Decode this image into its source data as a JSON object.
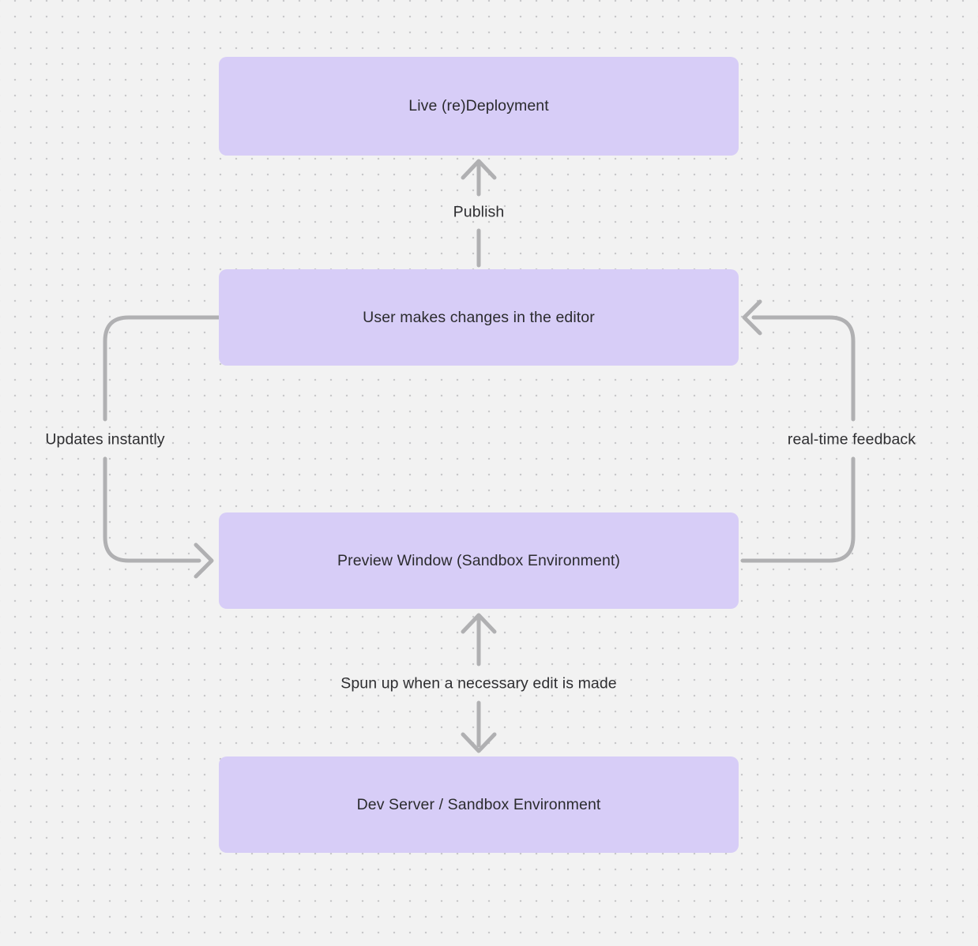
{
  "canvas": {
    "background_color": "#f2f2f2",
    "dot_color": "#c8c8ca",
    "node_fill_color": "#d7cdf7",
    "node_text_color": "#2b2b2e",
    "connector_color": "#b0b0b2"
  },
  "diagram": {
    "nodes": [
      {
        "id": "live-deployment",
        "label": "Live (re)Deployment"
      },
      {
        "id": "user-editor",
        "label": "User makes changes in the editor"
      },
      {
        "id": "preview-window",
        "label": "Preview Window (Sandbox Environment)"
      },
      {
        "id": "dev-server",
        "label": "Dev Server / Sandbox Environment"
      }
    ],
    "edges": [
      {
        "id": "publish",
        "label": "Publish",
        "from": "user-editor",
        "to": "live-deployment"
      },
      {
        "id": "updates-instantly",
        "label": "Updates instantly",
        "from": "user-editor",
        "to": "preview-window"
      },
      {
        "id": "real-time-feedback",
        "label": "real-time feedback",
        "from": "preview-window",
        "to": "user-editor"
      },
      {
        "id": "spun-up",
        "label": "Spun up when a necessary edit is made",
        "from": "dev-server",
        "to": "preview-window"
      }
    ]
  }
}
